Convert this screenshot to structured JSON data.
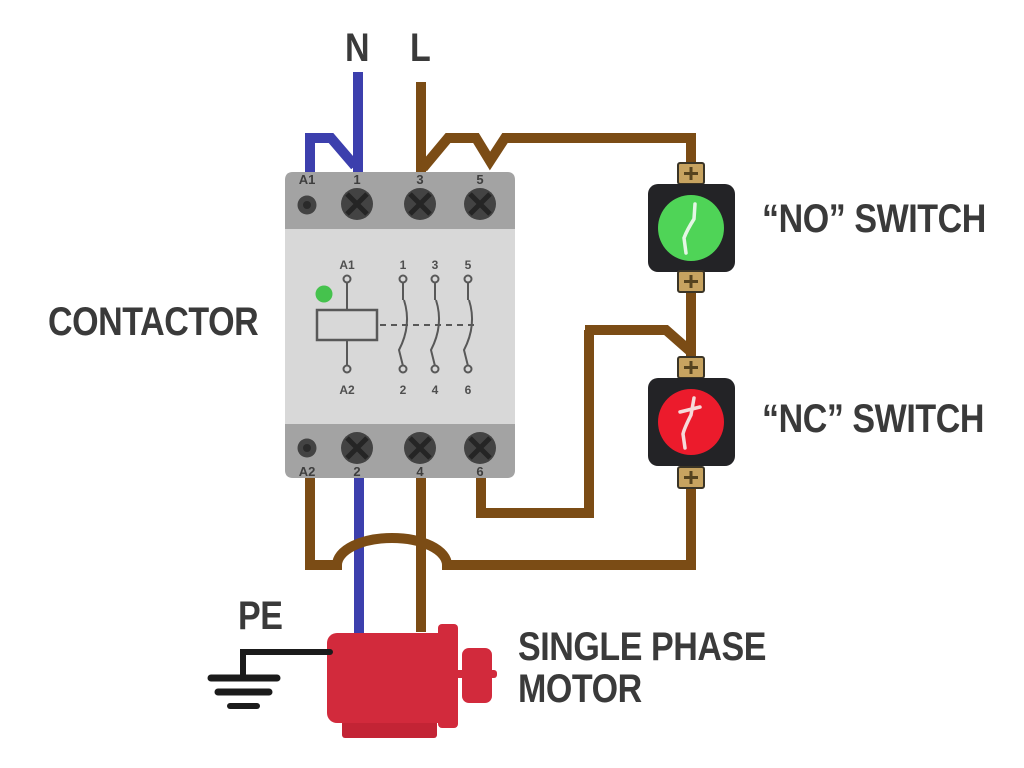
{
  "labels": {
    "neutral": "N",
    "line": "L",
    "contactor": "CONTACTOR",
    "no_switch": "“NO” SWITCH",
    "nc_switch": "“NC” SWITCH",
    "pe": "PE",
    "motor_line1": "SINGLE PHASE",
    "motor_line2": "MOTOR"
  },
  "contactor": {
    "top_terminals": [
      "A1",
      "1",
      "3",
      "5"
    ],
    "bottom_terminals": [
      "A2",
      "2",
      "4",
      "6"
    ],
    "schematic": {
      "coil_top": "A1",
      "coil_bottom": "A2",
      "pole_tops": [
        "1",
        "3",
        "5"
      ],
      "pole_bottoms": [
        "2",
        "4",
        "6"
      ]
    }
  },
  "colors": {
    "neutral_wire": "#3c3fad",
    "line_wire": "#7b4c15",
    "contactor_body": "#d8d8d8",
    "contactor_strip": "#a3a3a3",
    "led_green": "#45c24d",
    "switch_body": "#232326",
    "no_button": "#4fd457",
    "nc_button": "#ec1b2c",
    "terminal_brass": "#c7a360",
    "motor_red": "#d22a3c",
    "motor_base": "#c32435",
    "text": "#3a3a3a"
  }
}
